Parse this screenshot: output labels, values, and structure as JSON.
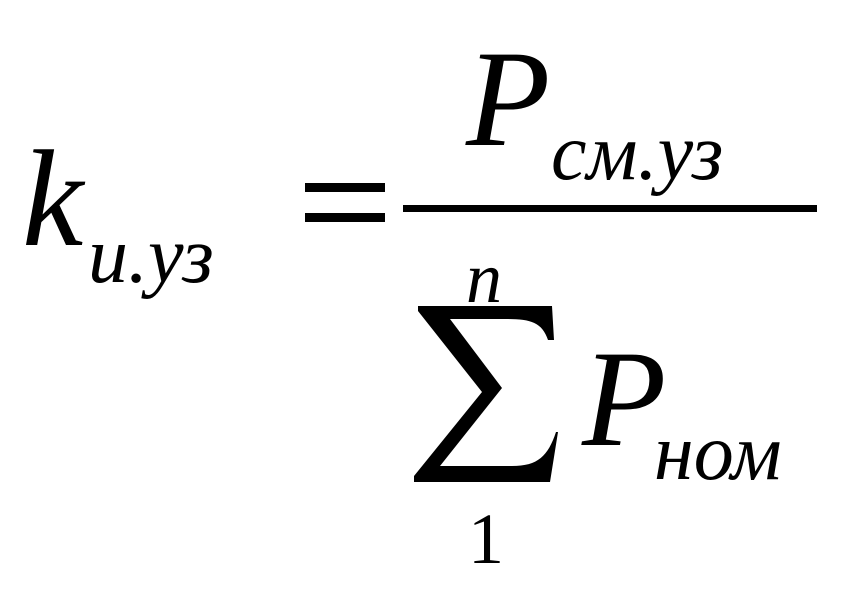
{
  "formula": {
    "lhs": {
      "base": "k",
      "subscript": "и.уз"
    },
    "operator": "=",
    "numerator": {
      "base": "P",
      "subscript": "см.уз"
    },
    "denominator": {
      "sum_lower": "1",
      "sum_upper": "n",
      "base": "P",
      "subscript": "ном"
    }
  }
}
